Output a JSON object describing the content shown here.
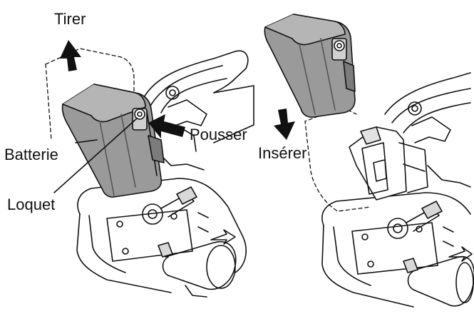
{
  "labels": {
    "pull": "Tirer",
    "battery": "Batterie",
    "latch": "Loquet",
    "push": "Pousser",
    "insert": "Insérer"
  },
  "colors": {
    "ink": "#111111",
    "battery_fill": "#9a9a9a",
    "battery_dark": "#6f6f6f",
    "background": "#ffffff"
  },
  "panels": [
    {
      "step": "removal",
      "arrows": [
        "arrow-up-icon",
        "arrow-push-icon"
      ]
    },
    {
      "step": "installation",
      "arrows": [
        "arrow-down-icon"
      ]
    }
  ]
}
